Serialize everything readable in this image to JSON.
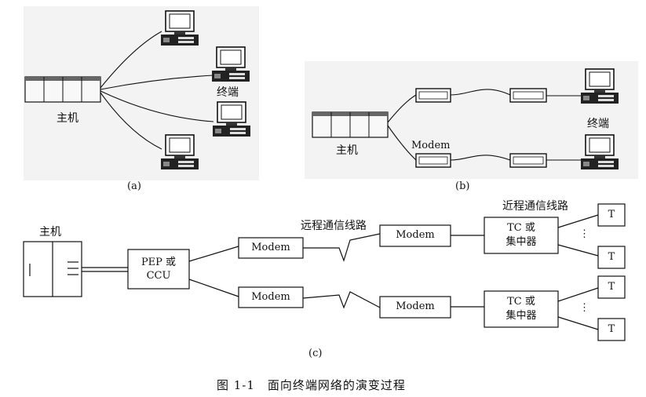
{
  "panel_a": {
    "host_label": "主机",
    "terminal_label": "终端",
    "tag": "(a)"
  },
  "panel_b": {
    "host_label": "主机",
    "terminal_label": "终端",
    "modem_label": "Modem",
    "tag": "(b)"
  },
  "panel_c": {
    "host_label": "主机",
    "remote_line_label": "远程通信线路",
    "near_line_label": "近程通信线路",
    "pep_label_1": "PEP 或",
    "pep_label_2": "CCU",
    "modem_label": "Modem",
    "tc_label_1": "TC 或",
    "tc_label_2": "集中器",
    "terminal_T": "T",
    "ellipsis": "⋮",
    "tag": "(c)"
  },
  "caption": "图 1-1　面向终端网络的演变过程"
}
